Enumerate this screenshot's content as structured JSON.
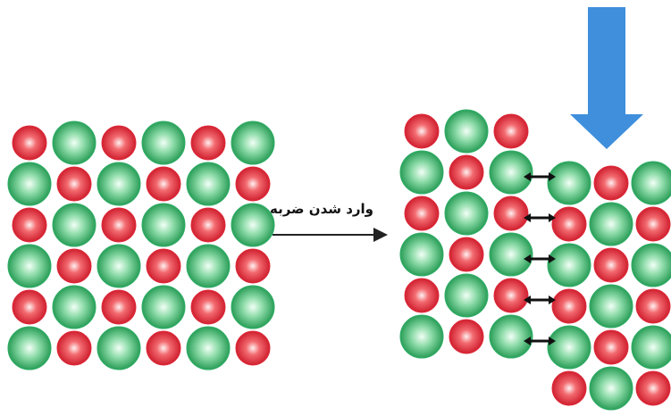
{
  "diagram": {
    "label": "وارد شدن ضربه",
    "colors": {
      "large_atom": "#2fae67",
      "small_atom": "#de2a3a",
      "force_arrow": "#3f8fdc",
      "bond_arrow": "#111111",
      "main_arrow": "#222222"
    },
    "lattice_before": {
      "rows": [
        [
          "small",
          "large",
          "small",
          "large",
          "small",
          "large"
        ],
        [
          "large",
          "small",
          "large",
          "small",
          "large",
          "small"
        ],
        [
          "small",
          "large",
          "small",
          "large",
          "small",
          "large"
        ],
        [
          "large",
          "small",
          "large",
          "small",
          "large",
          "small"
        ],
        [
          "small",
          "large",
          "small",
          "large",
          "small",
          "large"
        ],
        [
          "large",
          "small",
          "large",
          "small",
          "large",
          "small"
        ]
      ]
    },
    "lattice_after": {
      "left_block": [
        [
          "small",
          "large",
          "small"
        ],
        [
          "large",
          "small",
          "large"
        ],
        [
          "small",
          "large",
          "small"
        ],
        [
          "large",
          "small",
          "large"
        ],
        [
          "small",
          "large",
          "small"
        ],
        [
          "large",
          "small",
          "large"
        ]
      ],
      "right_block": [
        [
          "large",
          "small",
          "large"
        ],
        [
          "small",
          "large",
          "small"
        ],
        [
          "large",
          "small",
          "large"
        ],
        [
          "small",
          "large",
          "small"
        ],
        [
          "large",
          "small",
          "large"
        ],
        [
          "small",
          "large",
          "small"
        ]
      ],
      "repulsion_rows": 5
    }
  }
}
